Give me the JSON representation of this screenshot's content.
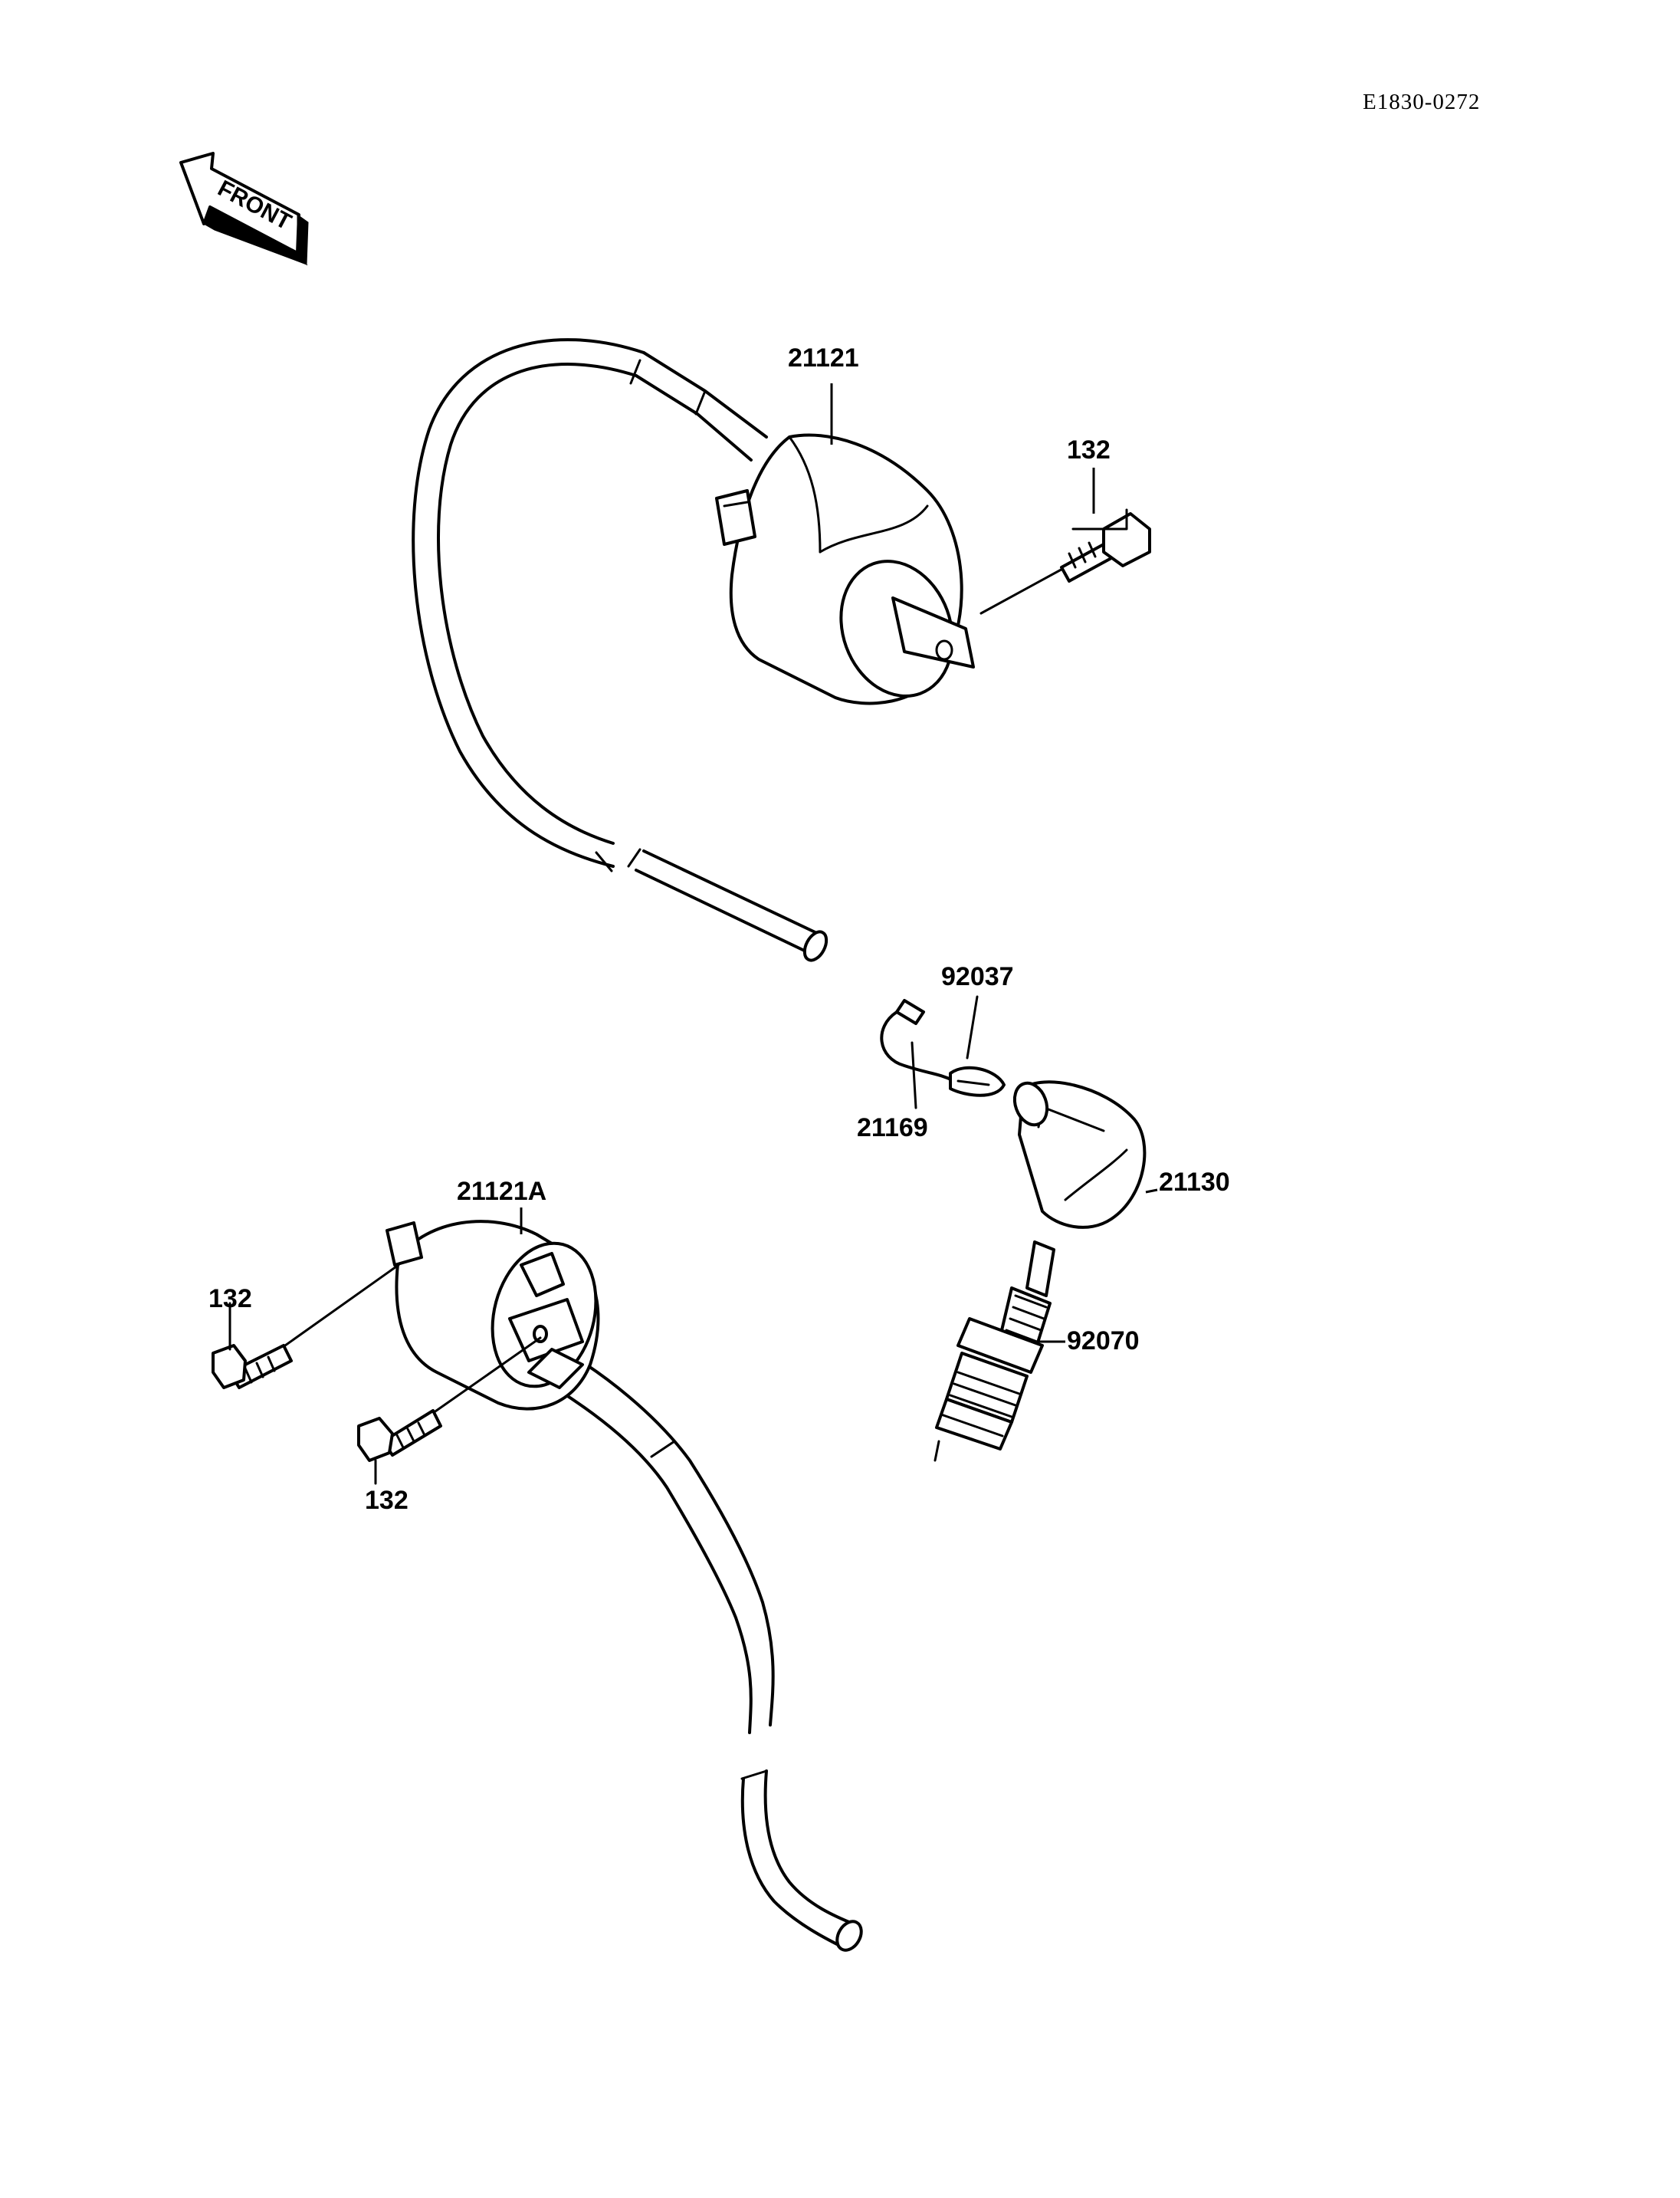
{
  "diagram_code": "E1830-0272",
  "front_label": "FRONT",
  "parts": {
    "coil_upper": "21121",
    "bolt_upper": "132",
    "clamp_small": "92037",
    "clamp_band": "21169",
    "plug_cap": "21130",
    "coil_lower": "21121A",
    "bolt_lower_left": "132",
    "bolt_lower_right": "132",
    "spark_plug": "92070"
  }
}
